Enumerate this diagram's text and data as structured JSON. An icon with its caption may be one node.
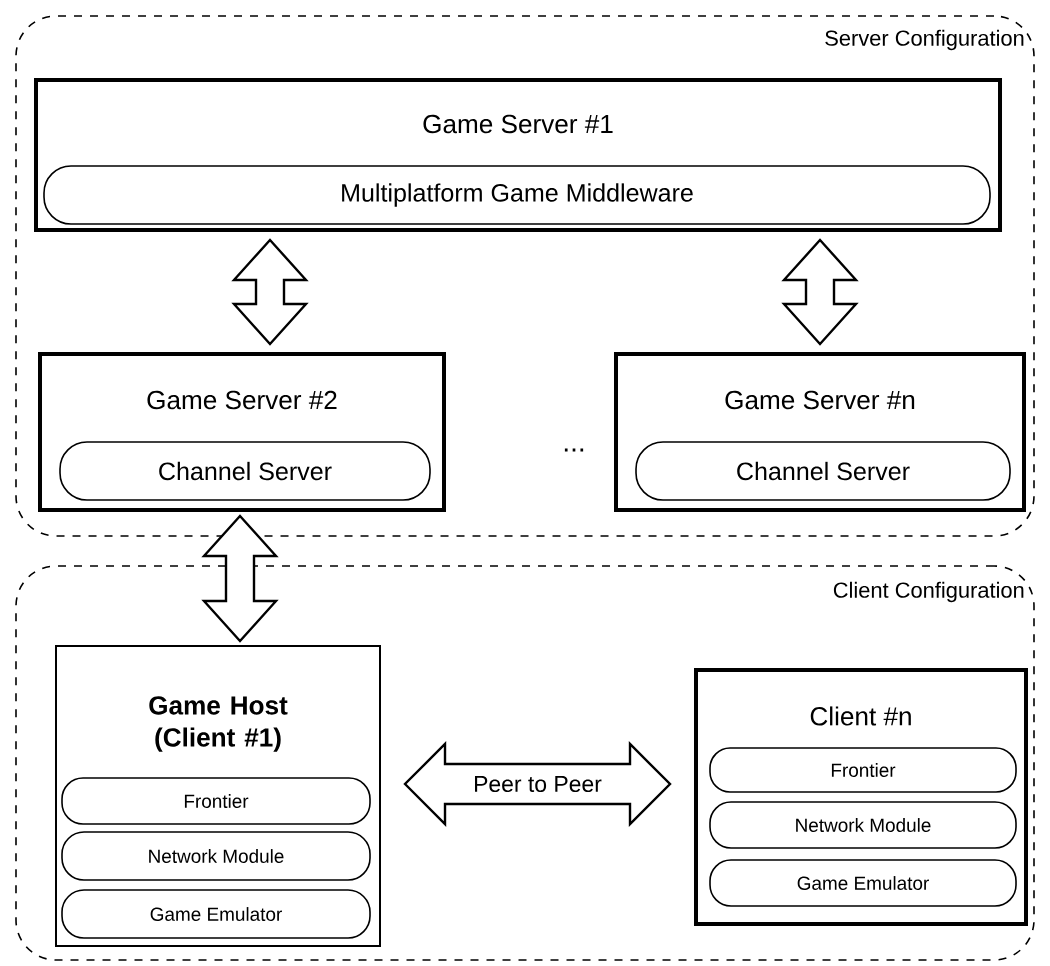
{
  "diagram": {
    "nodes": [
      {
        "text": [
          "Server Configuration"
        ]
      },
      {
        "text": [
          "Game Server #1"
        ],
        "in": 0
      },
      {
        "text": [
          "Multiplatform Game Middleware"
        ],
        "in": 1
      },
      {
        "text": [
          "Game Server #2"
        ],
        "in": 0
      },
      {
        "text": [
          "Channel Server"
        ],
        "in": 3
      },
      {
        "text": [
          "Game Server #n"
        ],
        "in": 0
      },
      {
        "text": [
          "Channel Server"
        ],
        "in": 5
      },
      {
        "text": [
          "Client Configuration"
        ]
      },
      {
        "text": [
          "Game Host (Client #1)"
        ],
        "in": 7
      },
      {
        "text": [
          "Frontier"
        ],
        "in": 8
      },
      {
        "text": [
          "Network Module"
        ],
        "in": 8
      },
      {
        "text": [
          "Game Emulator"
        ],
        "in": 8
      },
      {
        "text": [
          "Client #n"
        ],
        "in": 7
      },
      {
        "text": [
          "Frontier"
        ],
        "in": 12
      },
      {
        "text": [
          "Network Module"
        ],
        "in": 12
      },
      {
        "text": [
          "Game Emulator"
        ],
        "in": 12
      }
    ],
    "edges": [
      {
        "from": 1,
        "to": 3,
        "arrow": "both"
      },
      {
        "from": 1,
        "to": 5,
        "arrow": "both"
      },
      {
        "from": 3,
        "to": 8,
        "arrow": "both"
      },
      {
        "from": 8,
        "to": 12,
        "arrow": "both",
        "label": "Peer to Peer"
      }
    ],
    "labels": [
      "..."
    ]
  }
}
